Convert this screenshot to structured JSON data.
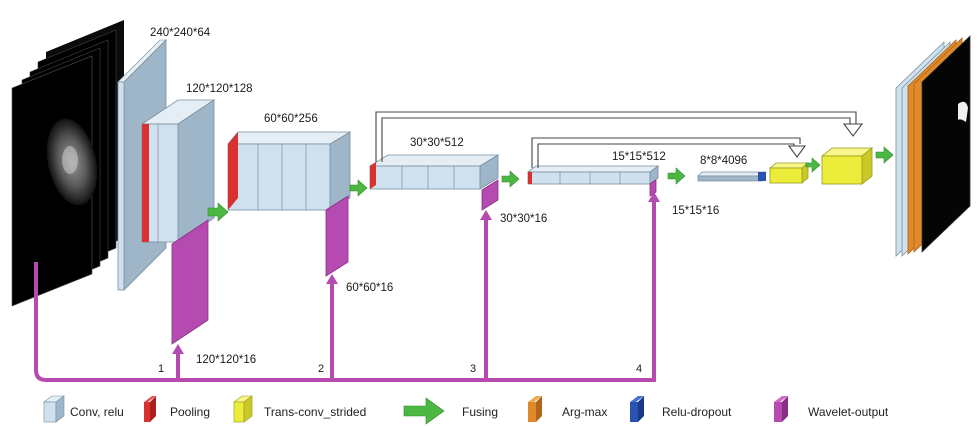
{
  "colors": {
    "conv": "#cfe0ee",
    "conv_dark": "#9fb6c8",
    "pool": "#d93030",
    "trans": "#ecec3a",
    "fuse": "#4cb843",
    "argmax": "#e08a2a",
    "relu": "#2a52b0",
    "wavelet": "#b54ab0"
  },
  "dims": {
    "d1": "240*240*64",
    "d2": "120*120*128",
    "d3": "60*60*256",
    "d4": "30*30*512",
    "d5": "15*15*512",
    "d6": "8*8*4096",
    "w1": "120*120*16",
    "w2": "60*60*16",
    "w3": "30*30*16",
    "w4": "15*15*16"
  },
  "branch_numbers": [
    "1",
    "2",
    "3",
    "4"
  ],
  "legend": [
    {
      "label": "Conv, relu",
      "color_key": "conv"
    },
    {
      "label": "Pooling",
      "color_key": "pool"
    },
    {
      "label": "Trans-conv_strided",
      "color_key": "trans"
    },
    {
      "label": "Fusing",
      "color_key": "fuse"
    },
    {
      "label": "Arg-max",
      "color_key": "argmax"
    },
    {
      "label": "Relu-dropout",
      "color_key": "relu"
    },
    {
      "label": "Wavelet-output",
      "color_key": "wavelet"
    }
  ]
}
